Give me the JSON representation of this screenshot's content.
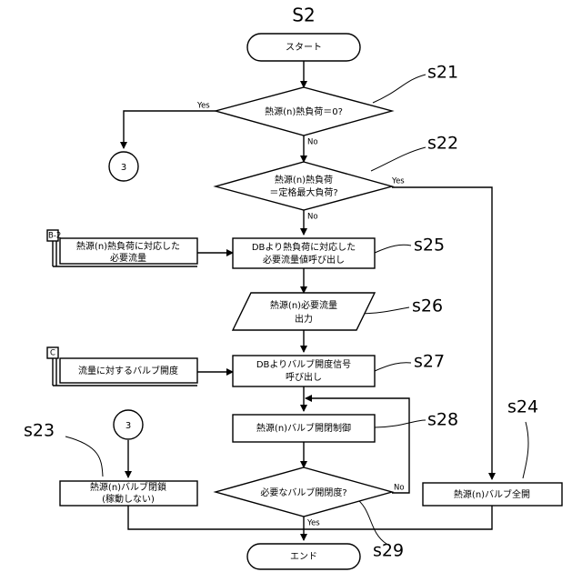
{
  "title": "S2",
  "nodes": {
    "start": "スタート",
    "end": "エンド",
    "s21": "熱源(n)熱負荷＝0?",
    "s22_line1": "熱源(n)熱負荷",
    "s22_line2": "＝定格最大負荷?",
    "s25_line1": "DBより熱負荷に対応した",
    "s25_line2": "必要流量値呼び出し",
    "s26_line1": "熱源(n)必要流量",
    "s26_line2": "出力",
    "s27_line1": "DBよりバルブ開度信号",
    "s27_line2": "呼び出し",
    "s28": "熱源(n)バルブ開閉制御",
    "s29": "必要なバルブ開閉度?",
    "s23_line1": "熱源(n)バルブ閉鎖",
    "s23_line2": "(稼動しない)",
    "s24": "熱源(n)バルブ全開"
  },
  "inputs": {
    "b2_tag": "B-2",
    "b2_line1": "熱源(n)熱負荷に対応した",
    "b2_line2": "必要流量",
    "c_tag": "C",
    "c_text": "流量に対するバルブ開度"
  },
  "connectors": {
    "c1": "3",
    "c2": "3"
  },
  "labels": {
    "s21": "s21",
    "s22": "s22",
    "s23": "s23",
    "s24": "s24",
    "s25": "s25",
    "s26": "s26",
    "s27": "s27",
    "s28": "s28",
    "s29": "s29"
  },
  "edge_labels": {
    "s21_yes": "Yes",
    "s21_no": "No",
    "s22_yes": "Yes",
    "s22_no": "No",
    "s29_yes": "Yes",
    "s29_no": "No"
  }
}
